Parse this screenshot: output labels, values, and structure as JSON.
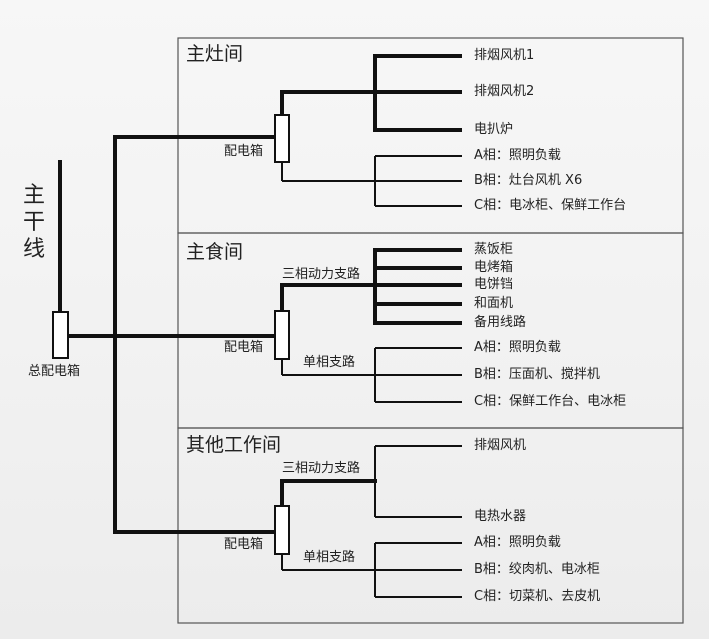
{
  "trunk_label": "主干线",
  "main_box_label": "总配电箱",
  "sections": [
    {
      "title": "主灶间",
      "box_label": "配电箱",
      "branch_labels": [],
      "items": [
        "排烟风机1",
        "排烟风机2",
        "电扒炉",
        "A相：照明负载",
        "B相：灶台风机 X6",
        "C相：电冰柜、保鲜工作台"
      ]
    },
    {
      "title": "主食间",
      "box_label": "配电箱",
      "branch_labels": [
        "三相动力支路",
        "单相支路"
      ],
      "items": [
        "蒸饭柜",
        "电烤箱",
        "电饼铛",
        "和面机",
        "备用线路",
        "A相：照明负载",
        "B相：压面机、搅拌机",
        "C相：保鲜工作台、电冰柜"
      ]
    },
    {
      "title": "其他工作间",
      "box_label": "配电箱",
      "branch_labels": [
        "三相动力支路",
        "单相支路"
      ],
      "items": [
        "排烟风机",
        "电热水器",
        "A相：照明负载",
        "B相：绞肉机、电冰柜",
        "C相：切菜机、去皮机"
      ]
    }
  ]
}
